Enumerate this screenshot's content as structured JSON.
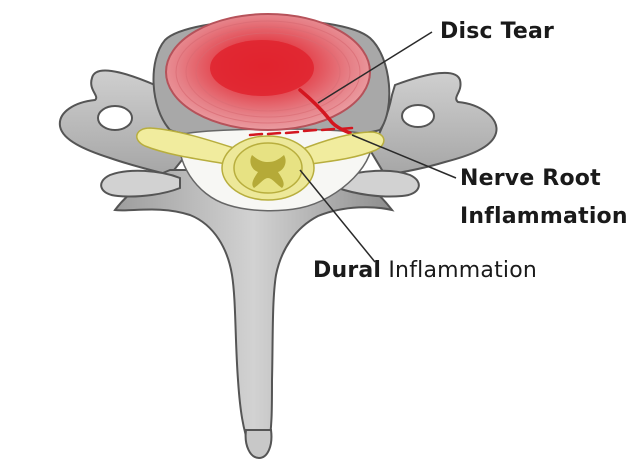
{
  "labels": {
    "disc_tear": "Disc Tear",
    "nerve_root_line1": "Nerve Root",
    "nerve_root_line2": "Inflammation",
    "dural_bold": "Dural",
    "dural_rest": " Inflammation"
  },
  "colors": {
    "background": "#ffffff",
    "bone_fill": "#bdbdbd",
    "bone_dark": "#5e5e5e",
    "bone_shadow": "#8a8a8a",
    "disc_outer": "#e7a0a5",
    "disc_ring": "#d87c83",
    "disc_core": "#e0232e",
    "tear_line": "#d4161f",
    "nerve_fill": "#f1ec9e",
    "nerve_stroke": "#b8ae3e",
    "cord_fill": "#e7e283",
    "grey_matter": "#b5aa38",
    "canal_white": "#f7f7f4",
    "leader_line": "#2a2a2a",
    "label_text": "#1a1a1a"
  }
}
